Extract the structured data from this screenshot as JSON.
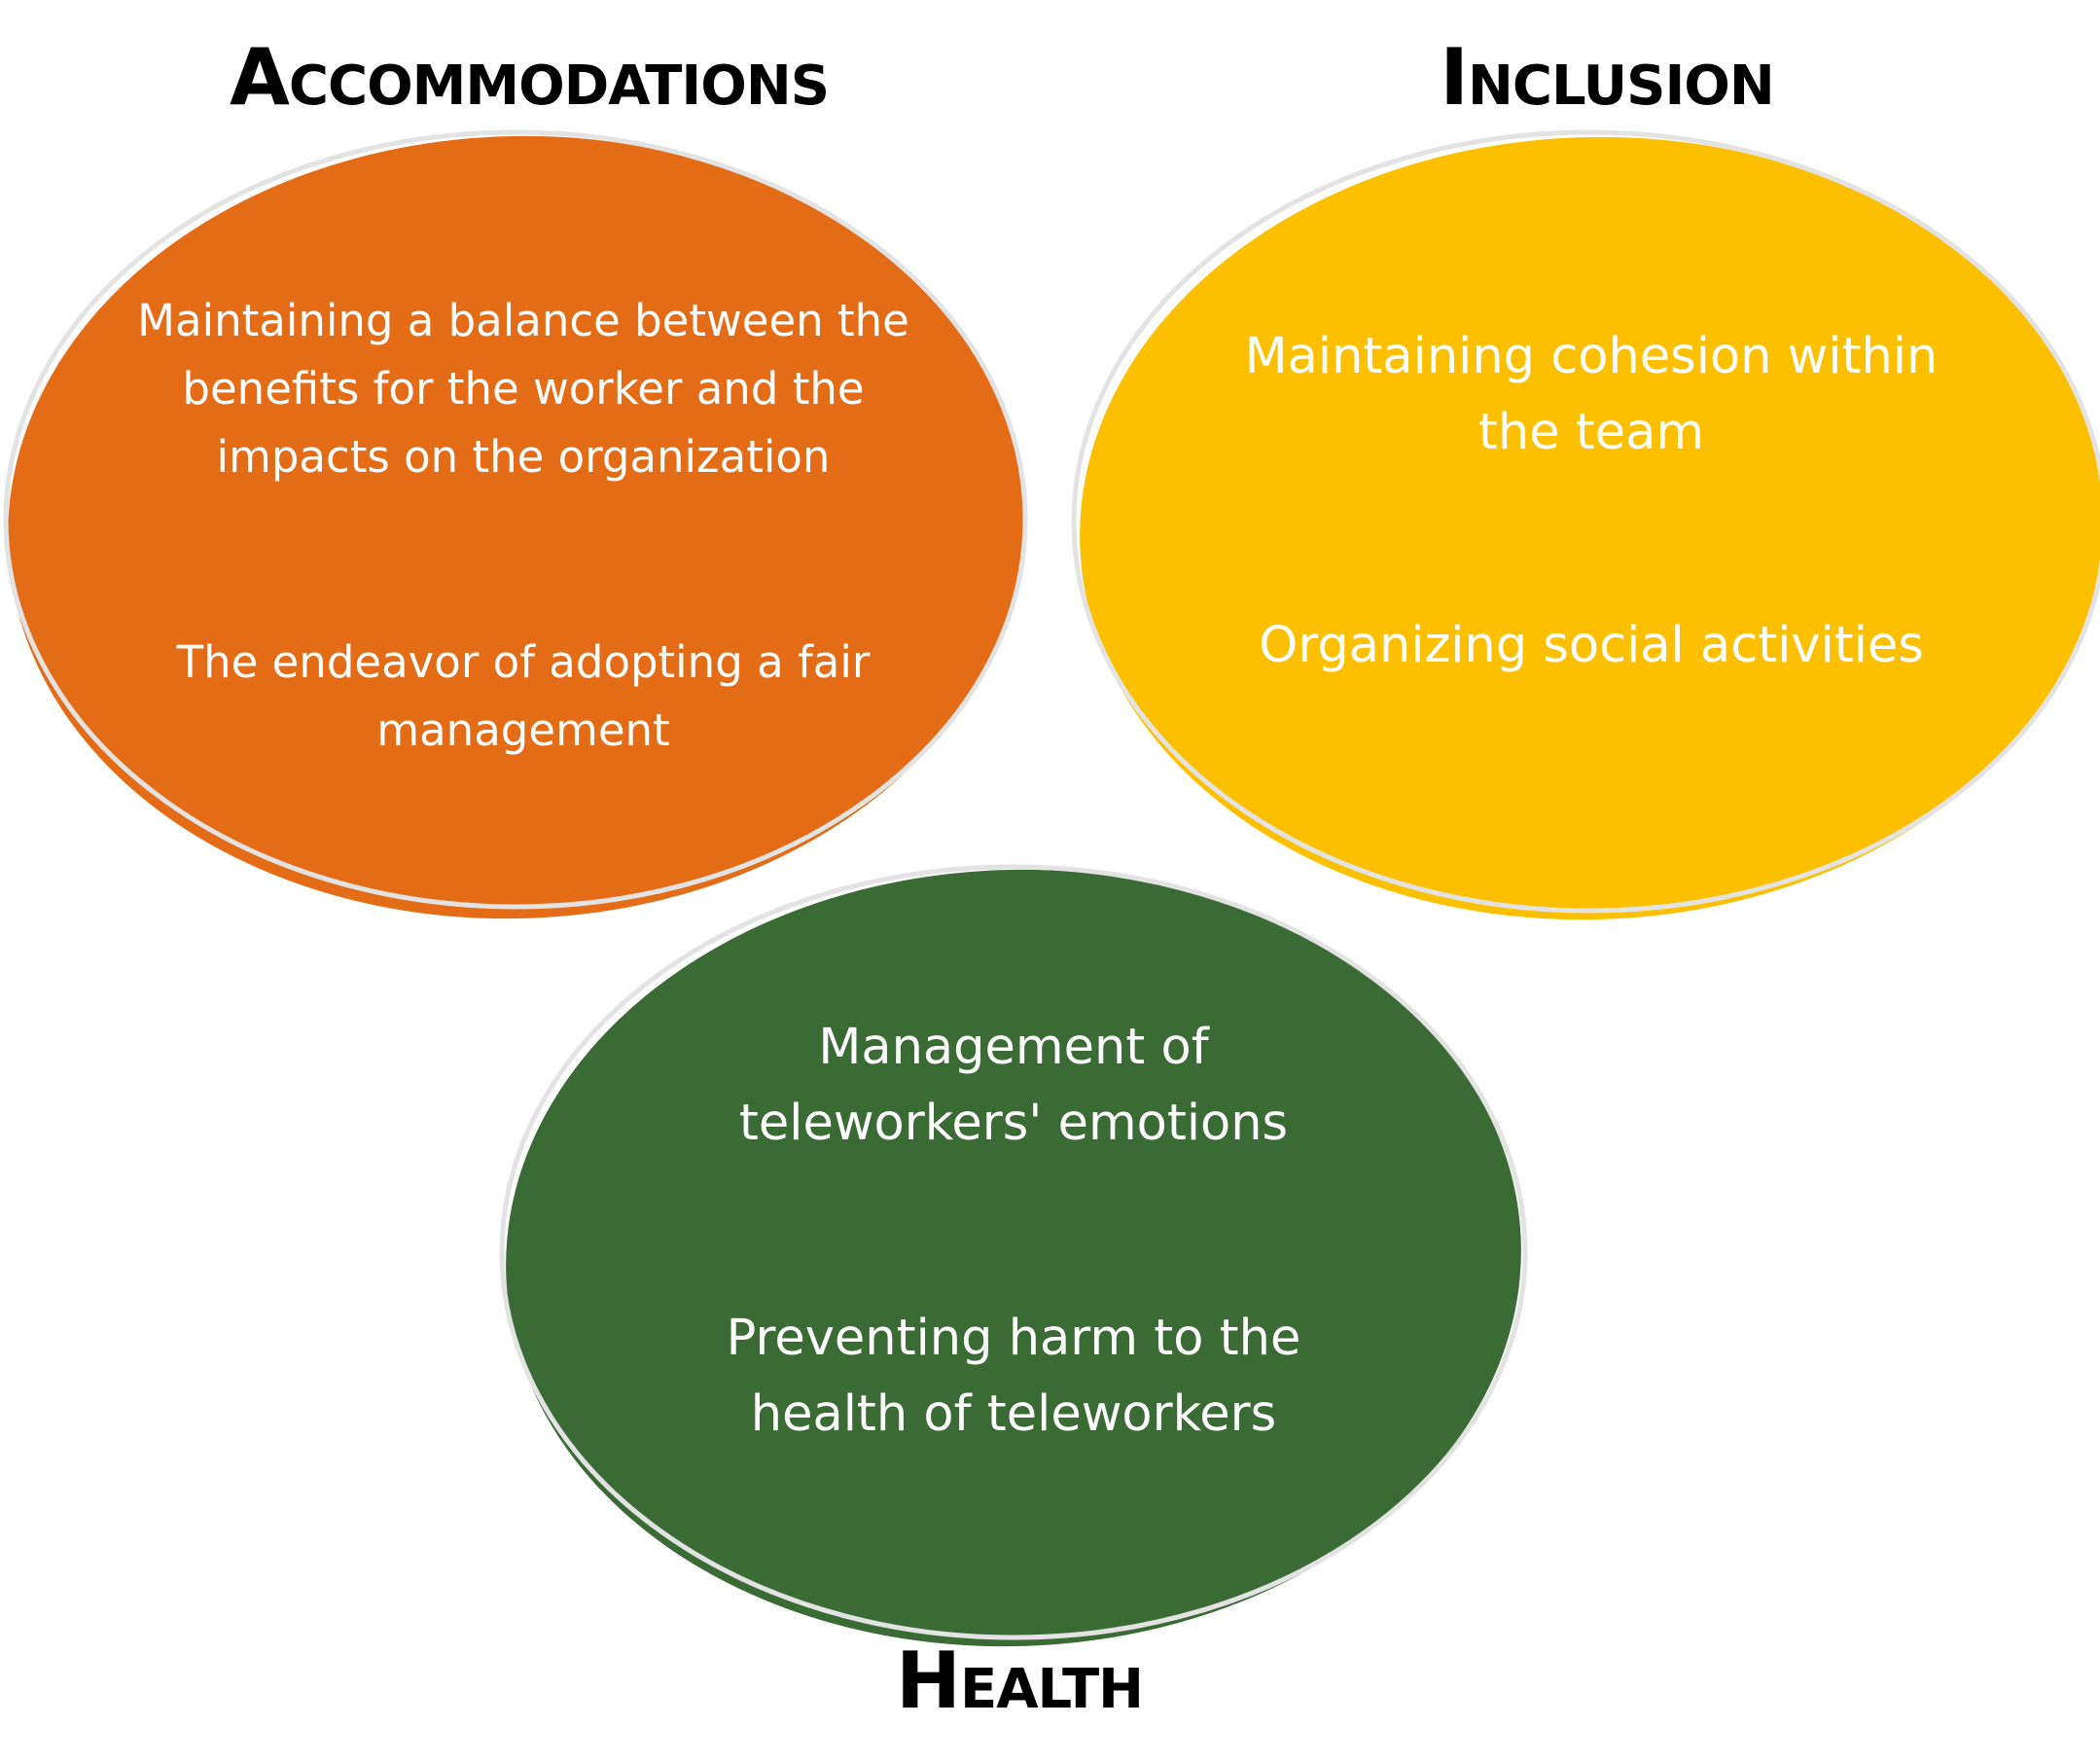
{
  "diagram": {
    "colors": {
      "accommodations": "#E46C16",
      "inclusion": "#FDC000",
      "health": "#3B6B34",
      "outline": "#E3E3E3",
      "heading_text": "#000000",
      "bubble_text": "#FFFFFF"
    },
    "accommodations": {
      "title": "Accommodations",
      "item_1_line_1": "Maintaining a balance between the",
      "item_1_line_2": "benefits for the worker and the",
      "item_1_line_3": "impacts on the organization",
      "item_2_line_1": "The endeavor of adopting a fair",
      "item_2_line_2": "management"
    },
    "inclusion": {
      "title": "Inclusion",
      "item_1_line_1": "Maintaining cohesion within",
      "item_1_line_2": "the team",
      "item_2_line_1": "Organizing social activities"
    },
    "health": {
      "title": "Health",
      "item_1_line_1": "Management of",
      "item_1_line_2": "teleworkers' emotions",
      "item_2_line_1": "Preventing harm to the",
      "item_2_line_2": "health of teleworkers"
    }
  }
}
